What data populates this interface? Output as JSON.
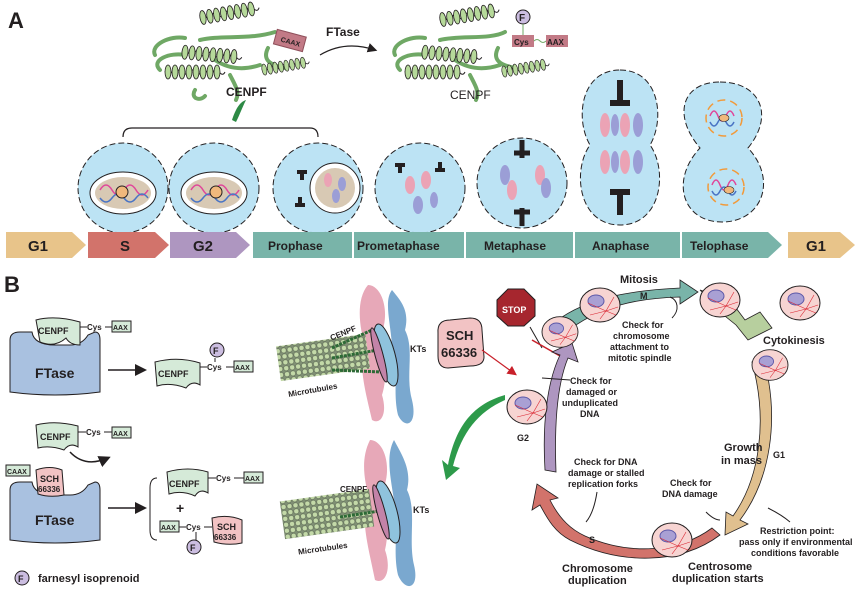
{
  "panel_a": {
    "label": "A",
    "protein_left_label": "CENPF",
    "caax_tag": "CAAX",
    "enzyme_arrow_label": "FTase",
    "protein_right_label": "CENPF",
    "farnesyl_symbol": "F",
    "cys_tag": "Cys",
    "aax_tag": "AAX",
    "phases": [
      {
        "label": "G1",
        "color": "#e8c48a"
      },
      {
        "label": "S",
        "color": "#d2736b"
      },
      {
        "label": "G2",
        "color": "#ae96c0"
      },
      {
        "label": "Prophase",
        "color": "#79b4a9"
      },
      {
        "label": "Prometaphase",
        "color": "#79b4a9"
      },
      {
        "label": "Metaphase",
        "color": "#79b4a9"
      },
      {
        "label": "Anaphase",
        "color": "#79b4a9"
      },
      {
        "label": "Telophase",
        "color": "#79b4a9"
      },
      {
        "label": "G1",
        "color": "#e8c48a"
      }
    ]
  },
  "panel_b": {
    "label": "B",
    "top_scheme": {
      "enzyme": "FTase",
      "substrate": "CENPF",
      "cys": "Cys",
      "aax": "AAX",
      "product": "CENPF",
      "product_cys": "Cys",
      "product_aax": "AAX",
      "farnesyl": "F"
    },
    "bottom_scheme": {
      "free_protein": "CENPF",
      "free_cys": "Cys",
      "free_aax": "AAX",
      "caax": "CAAX",
      "inhibitor_line1": "SCH",
      "inhibitor_line2": "66336",
      "enzyme": "FTase",
      "product_protein": "CENPF",
      "product_cys": "Cys",
      "product_aax": "AAX",
      "plus": "+",
      "inh_aax": "AAX",
      "inh_cys": "Cys",
      "inh_farnesyl": "F",
      "inh_line1": "SCH",
      "inh_line2": "66336"
    },
    "legend": {
      "symbol": "F",
      "text": "farnesyl isoprenoid"
    },
    "kinetochore_top": {
      "cenpf": "CENPF",
      "kts": "KTs",
      "microtubules": "Microtubules"
    },
    "kinetochore_bottom": {
      "cenpf": "CENPF",
      "kts": "KTs",
      "microtubules": "Microtubules"
    },
    "inhibitor_box": {
      "line1": "SCH",
      "line2": "66336"
    },
    "stop_sign": "STOP",
    "cycle": {
      "mitosis": "Mitosis",
      "m": "M",
      "check_mitosis": [
        "Check for",
        "chromosome",
        "attachment to",
        "mitotic spindle"
      ],
      "cytokinesis": "Cytokinesis",
      "g1": "G1",
      "growth": [
        "Growth",
        "in mass"
      ],
      "restriction": [
        "Restriction point:",
        "pass only if environmental",
        "conditions favorable"
      ],
      "check_g1": [
        "Check for",
        "DNA damage"
      ],
      "centrosome": [
        "Centrosome",
        "duplication starts"
      ],
      "s": "S",
      "chromosome_dup": [
        "Chromosome",
        "duplication"
      ],
      "check_s": [
        "Check for DNA",
        "damage or stalled",
        "replication forks"
      ],
      "g2": "G2",
      "check_g2": [
        "Check for",
        "damaged or",
        "unduplicated",
        "DNA"
      ]
    }
  }
}
